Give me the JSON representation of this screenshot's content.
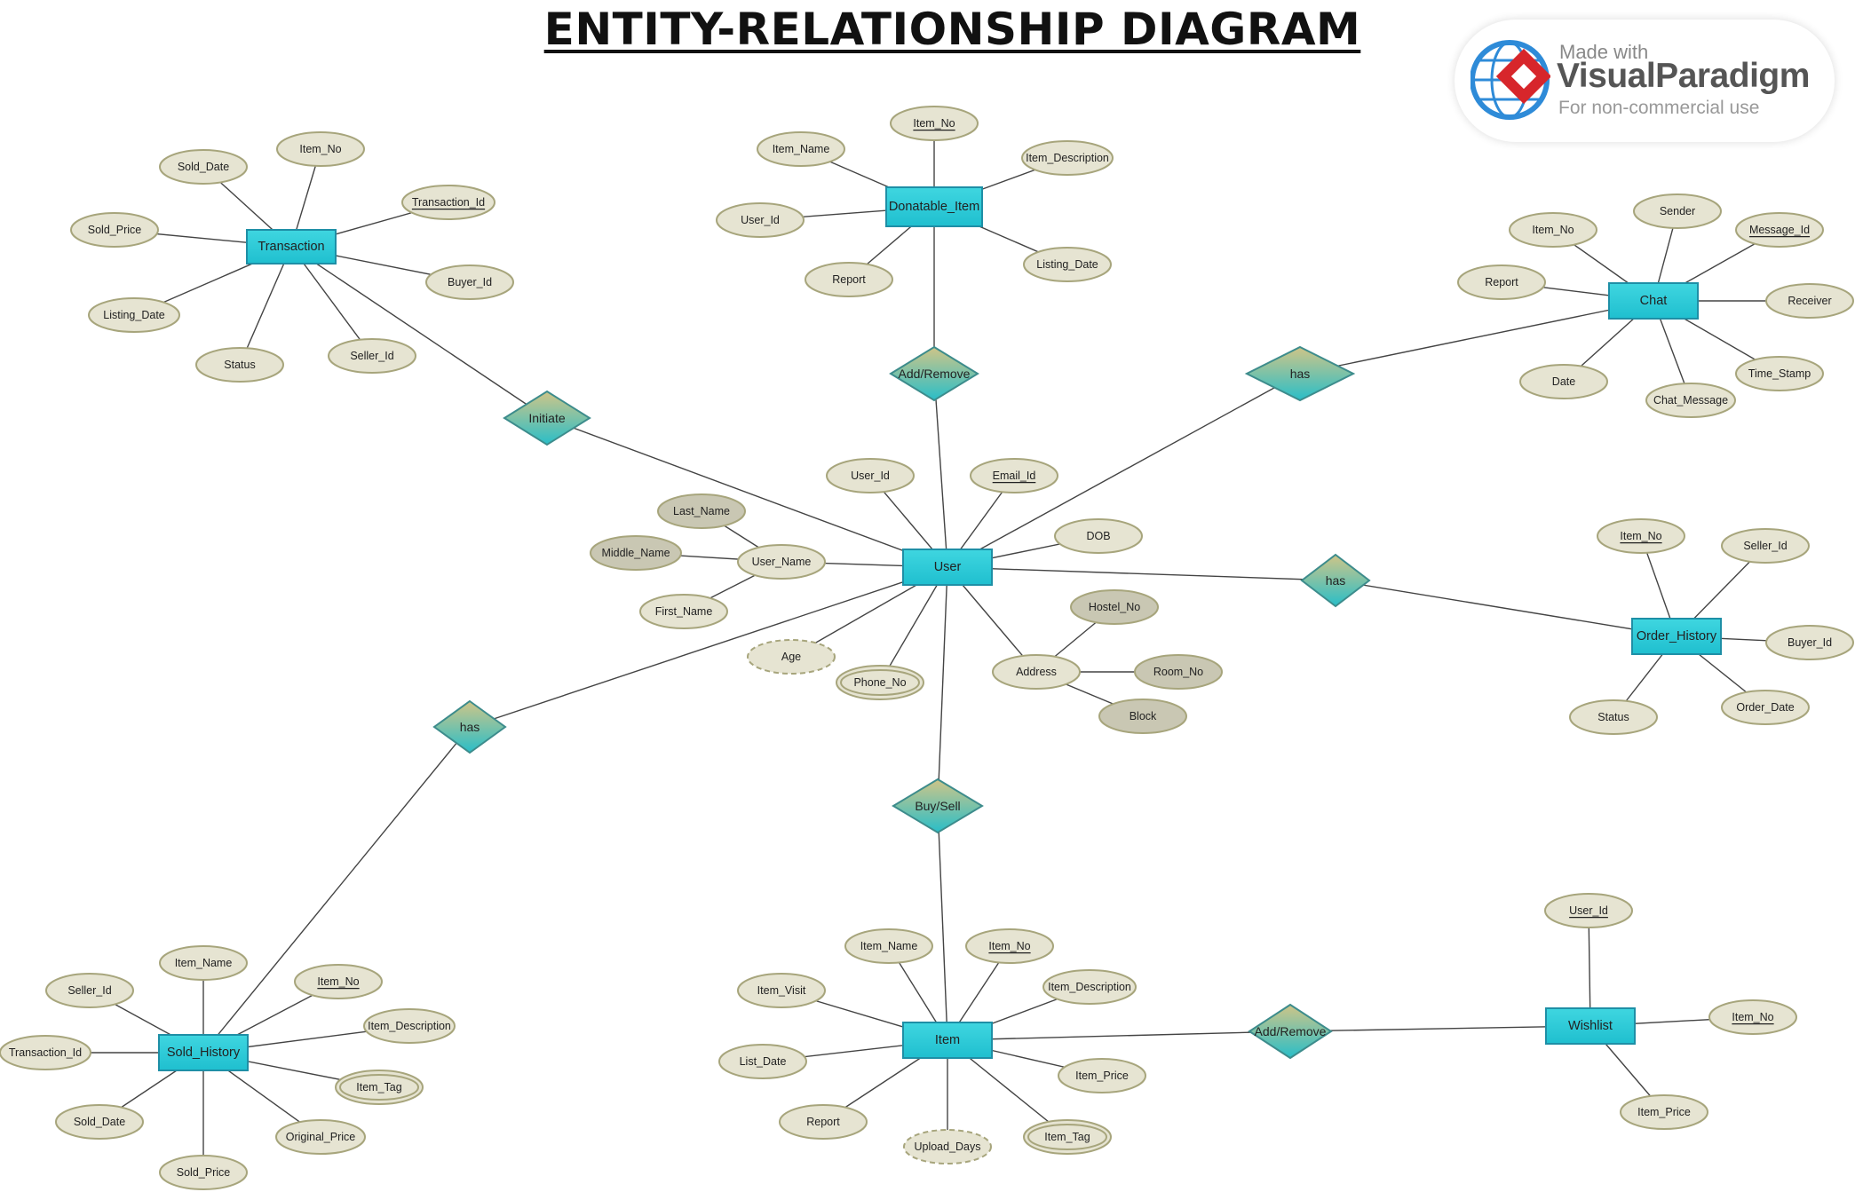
{
  "title": "ENTITY-RELATIONSHIP  DIAGRAM",
  "watermark": {
    "line1": "Made with",
    "line2": "VisualParadigm",
    "line3": "For non-commercial use"
  },
  "colors": {
    "entity_fill": "#29ccd8",
    "entity_stroke": "#1e8fa6",
    "relationship_top": "#cfc587",
    "relationship_bottom": "#29bec8",
    "attribute_fill": "#e6e4d2",
    "attribute_stroke": "#a7a57c",
    "composite_fill": "#c9c7b3",
    "line": "#444444",
    "brand_red": "#d7262b",
    "brand_blue": "#2e8bd8"
  },
  "diagram": {
    "entities": [
      {
        "id": "user",
        "label": "User"
      },
      {
        "id": "transaction",
        "label": "Transaction"
      },
      {
        "id": "donatable_item",
        "label": "Donatable_Item"
      },
      {
        "id": "chat",
        "label": "Chat"
      },
      {
        "id": "order_history",
        "label": "Order_History"
      },
      {
        "id": "sold_history",
        "label": "Sold_History"
      },
      {
        "id": "item",
        "label": "Item"
      },
      {
        "id": "wishlist",
        "label": "Wishlist"
      }
    ],
    "relationships": [
      {
        "id": "rel_initiate",
        "label": "Initiate",
        "connects": [
          "transaction",
          "user"
        ]
      },
      {
        "id": "rel_add_remove_donate",
        "label": "Add/Remove",
        "connects": [
          "donatable_item",
          "user"
        ]
      },
      {
        "id": "rel_has_chat",
        "label": "has",
        "connects": [
          "chat",
          "user"
        ]
      },
      {
        "id": "rel_has_order",
        "label": "has",
        "connects": [
          "user",
          "order_history"
        ]
      },
      {
        "id": "rel_has_sold",
        "label": "has",
        "connects": [
          "user",
          "sold_history"
        ]
      },
      {
        "id": "rel_buy_sell",
        "label": "Buy/Sell",
        "connects": [
          "user",
          "item"
        ]
      },
      {
        "id": "rel_add_remove_wish",
        "label": "Add/Remove",
        "connects": [
          "item",
          "wishlist"
        ]
      }
    ],
    "attributes": [
      {
        "id": "u_user_id",
        "label": "User_Id",
        "of": "user",
        "kind": "plain"
      },
      {
        "id": "u_email_id",
        "label": "Email_Id",
        "of": "user",
        "kind": "key"
      },
      {
        "id": "u_dob",
        "label": "DOB",
        "of": "user",
        "kind": "plain"
      },
      {
        "id": "u_user_name",
        "label": "User_Name",
        "of": "user",
        "kind": "plain"
      },
      {
        "id": "u_last_name",
        "label": "Last_Name",
        "of": "u_user_name",
        "kind": "composite"
      },
      {
        "id": "u_middle_name",
        "label": "Middle_Name",
        "of": "u_user_name",
        "kind": "composite"
      },
      {
        "id": "u_first_name",
        "label": "First_Name",
        "of": "u_user_name",
        "kind": "plain"
      },
      {
        "id": "u_age",
        "label": "Age",
        "of": "user",
        "kind": "derived"
      },
      {
        "id": "u_phone_no",
        "label": "Phone_No",
        "of": "user",
        "kind": "multivalued"
      },
      {
        "id": "u_address",
        "label": "Address",
        "of": "user",
        "kind": "plain"
      },
      {
        "id": "u_hostel_no",
        "label": "Hostel_No",
        "of": "u_address",
        "kind": "composite"
      },
      {
        "id": "u_room_no",
        "label": "Room_No",
        "of": "u_address",
        "kind": "composite"
      },
      {
        "id": "u_block",
        "label": "Block",
        "of": "u_address",
        "kind": "composite"
      },
      {
        "id": "t_sold_date",
        "label": "Sold_Date",
        "of": "transaction",
        "kind": "plain"
      },
      {
        "id": "t_item_no",
        "label": "Item_No",
        "of": "transaction",
        "kind": "plain"
      },
      {
        "id": "t_transaction_id",
        "label": "Transaction_Id",
        "of": "transaction",
        "kind": "key"
      },
      {
        "id": "t_sold_price",
        "label": "Sold_Price",
        "of": "transaction",
        "kind": "plain"
      },
      {
        "id": "t_buyer_id",
        "label": "Buyer_Id",
        "of": "transaction",
        "kind": "plain"
      },
      {
        "id": "t_listing_date",
        "label": "Listing_Date",
        "of": "transaction",
        "kind": "plain"
      },
      {
        "id": "t_status",
        "label": "Status",
        "of": "transaction",
        "kind": "plain"
      },
      {
        "id": "t_seller_id",
        "label": "Seller_Id",
        "of": "transaction",
        "kind": "plain"
      },
      {
        "id": "d_item_no",
        "label": "Item_No",
        "of": "donatable_item",
        "kind": "key"
      },
      {
        "id": "d_item_name",
        "label": "Item_Name",
        "of": "donatable_item",
        "kind": "plain"
      },
      {
        "id": "d_item_description",
        "label": "Item_Description",
        "of": "donatable_item",
        "kind": "plain"
      },
      {
        "id": "d_user_id",
        "label": "User_Id",
        "of": "donatable_item",
        "kind": "plain"
      },
      {
        "id": "d_report",
        "label": "Report",
        "of": "donatable_item",
        "kind": "plain"
      },
      {
        "id": "d_listing_date",
        "label": "Listing_Date",
        "of": "donatable_item",
        "kind": "plain"
      },
      {
        "id": "c_item_no",
        "label": "Item_No",
        "of": "chat",
        "kind": "plain"
      },
      {
        "id": "c_sender",
        "label": "Sender",
        "of": "chat",
        "kind": "plain"
      },
      {
        "id": "c_message_id",
        "label": "Message_Id",
        "of": "chat",
        "kind": "key"
      },
      {
        "id": "c_report",
        "label": "Report",
        "of": "chat",
        "kind": "plain"
      },
      {
        "id": "c_receiver",
        "label": "Receiver",
        "of": "chat",
        "kind": "plain"
      },
      {
        "id": "c_date",
        "label": "Date",
        "of": "chat",
        "kind": "plain"
      },
      {
        "id": "c_time_stamp",
        "label": "Time_Stamp",
        "of": "chat",
        "kind": "plain"
      },
      {
        "id": "c_chat_message",
        "label": "Chat_Message",
        "of": "chat",
        "kind": "plain"
      },
      {
        "id": "o_item_no",
        "label": "Item_No",
        "of": "order_history",
        "kind": "key"
      },
      {
        "id": "o_seller_id",
        "label": "Seller_Id",
        "of": "order_history",
        "kind": "plain"
      },
      {
        "id": "o_buyer_id",
        "label": "Buyer_Id",
        "of": "order_history",
        "kind": "plain"
      },
      {
        "id": "o_status",
        "label": "Status",
        "of": "order_history",
        "kind": "plain"
      },
      {
        "id": "o_order_date",
        "label": "Order_Date",
        "of": "order_history",
        "kind": "plain"
      },
      {
        "id": "s_item_name",
        "label": "Item_Name",
        "of": "sold_history",
        "kind": "plain"
      },
      {
        "id": "s_seller_id",
        "label": "Seller_Id",
        "of": "sold_history",
        "kind": "plain"
      },
      {
        "id": "s_item_no",
        "label": "Item_No",
        "of": "sold_history",
        "kind": "key"
      },
      {
        "id": "s_item_description",
        "label": "Item_Description",
        "of": "sold_history",
        "kind": "plain"
      },
      {
        "id": "s_transaction_id",
        "label": "Transaction_Id",
        "of": "sold_history",
        "kind": "plain"
      },
      {
        "id": "s_item_tag",
        "label": "Item_Tag",
        "of": "sold_history",
        "kind": "multivalued"
      },
      {
        "id": "s_sold_date",
        "label": "Sold_Date",
        "of": "sold_history",
        "kind": "plain"
      },
      {
        "id": "s_original_price",
        "label": "Original_Price",
        "of": "sold_history",
        "kind": "plain"
      },
      {
        "id": "s_sold_price",
        "label": "Sold_Price",
        "of": "sold_history",
        "kind": "plain"
      },
      {
        "id": "i_item_name",
        "label": "Item_Name",
        "of": "item",
        "kind": "plain"
      },
      {
        "id": "i_item_no",
        "label": "Item_No",
        "of": "item",
        "kind": "key"
      },
      {
        "id": "i_item_visit",
        "label": "Item_Visit",
        "of": "item",
        "kind": "plain"
      },
      {
        "id": "i_item_description",
        "label": "Item_Description",
        "of": "item",
        "kind": "plain"
      },
      {
        "id": "i_list_date",
        "label": "List_Date",
        "of": "item",
        "kind": "plain"
      },
      {
        "id": "i_item_price",
        "label": "Item_Price",
        "of": "item",
        "kind": "plain"
      },
      {
        "id": "i_report",
        "label": "Report",
        "of": "item",
        "kind": "plain"
      },
      {
        "id": "i_upload_days",
        "label": "Upload_Days",
        "of": "item",
        "kind": "derived"
      },
      {
        "id": "i_item_tag",
        "label": "Item_Tag",
        "of": "item",
        "kind": "multivalued"
      },
      {
        "id": "w_user_id",
        "label": "User_Id",
        "of": "wishlist",
        "kind": "key"
      },
      {
        "id": "w_item_no",
        "label": "Item_No",
        "of": "wishlist",
        "kind": "key"
      },
      {
        "id": "w_item_price",
        "label": "Item_Price",
        "of": "wishlist",
        "kind": "plain"
      }
    ]
  }
}
